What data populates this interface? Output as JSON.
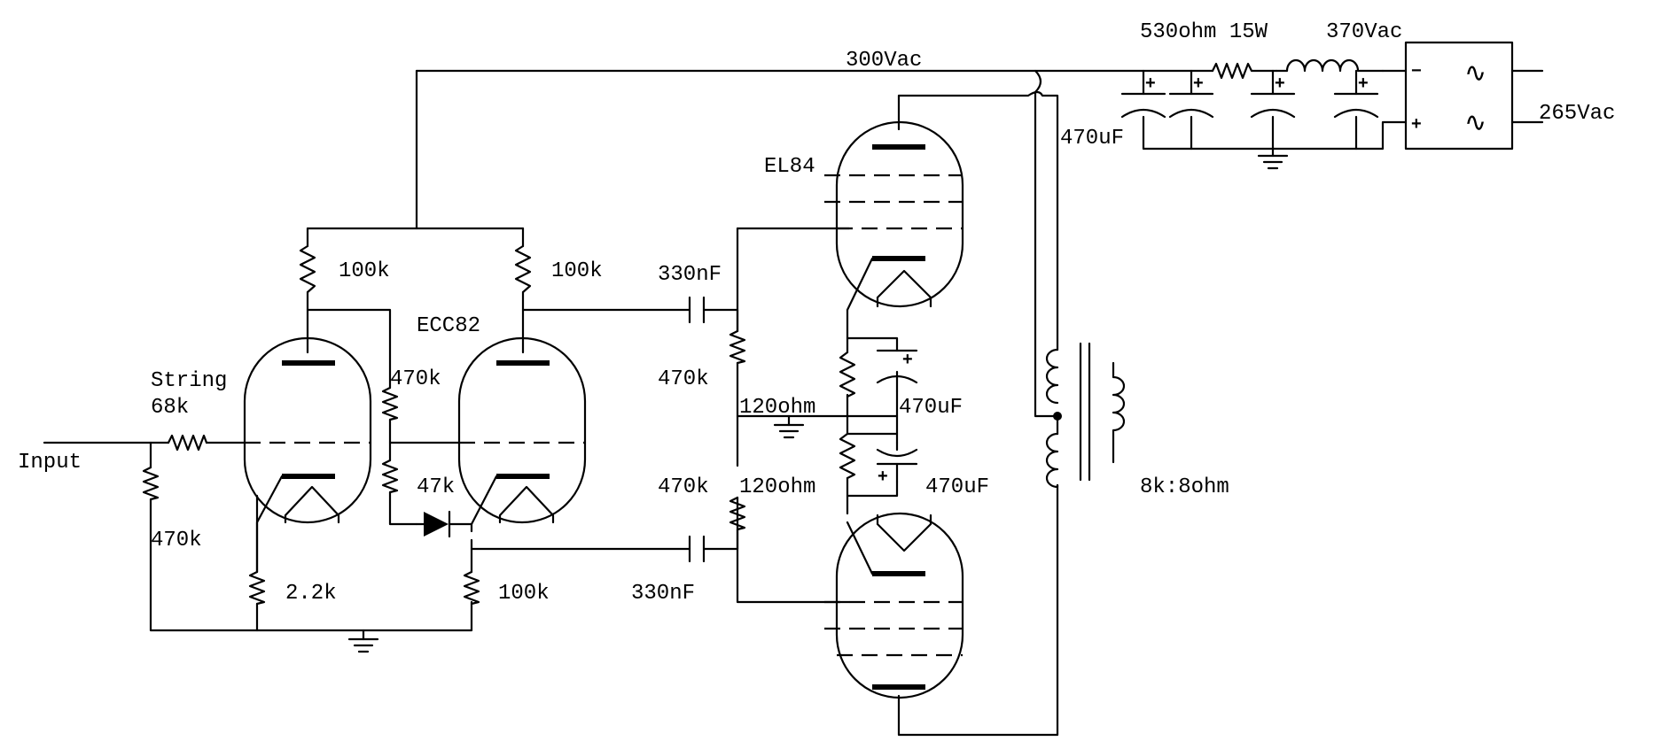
{
  "labels": {
    "input": "Input",
    "string": "String",
    "r_68k": "68k",
    "r_470k_input": "470k",
    "r_2_2k": "2.2k",
    "r_100k_plate1": "100k",
    "r_100k_plate2": "100k",
    "r_470k_mid": "470k",
    "r_47k": "47k",
    "r_100k_tail": "100k",
    "tube_ecc82": "ECC82",
    "cap_330nf_top": "330nF",
    "cap_330nf_bottom": "330nF",
    "r_470k_grid_top": "470k",
    "r_470k_grid_bottom": "470k",
    "r_120ohm_top": "120ohm",
    "r_120ohm_bottom": "120ohm",
    "cap_470uf_top": "470uF",
    "cap_470uf_bottom": "470uF",
    "tube_el84": "EL84",
    "b_plus": "300Vac",
    "cap_470uf_supply": "470uF",
    "psu_resistor": "530ohm 15W",
    "rect_voltage": "370Vac",
    "mains_voltage": "265Vac",
    "transformer": "8k:8ohm",
    "rect_minus": "−",
    "rect_plus": "+",
    "ac_symbol": "∿",
    "polarity_plus": "+"
  },
  "colors": {
    "ink": "#000000",
    "background": "#ffffff"
  }
}
